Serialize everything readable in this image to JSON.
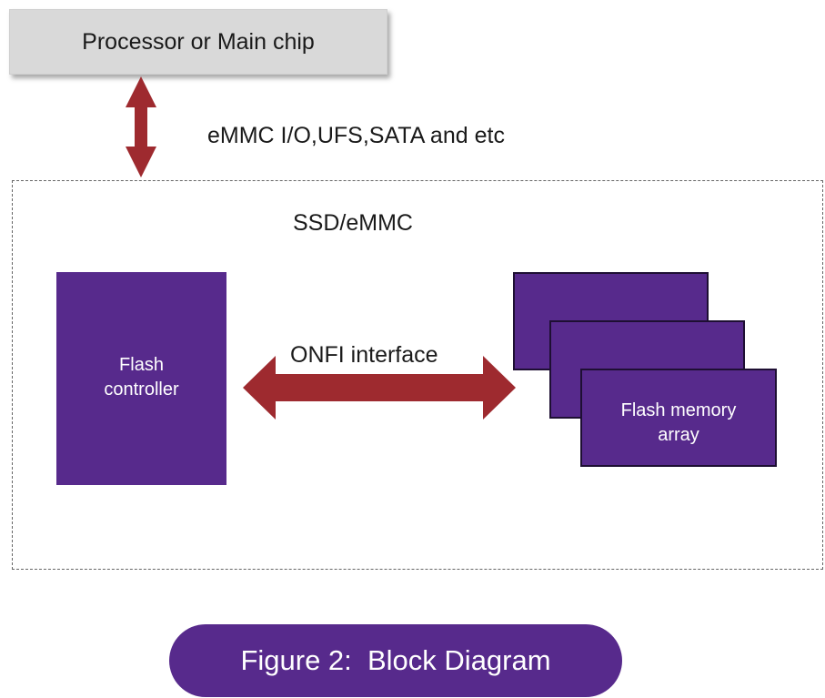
{
  "diagram": {
    "processor_label": "Processor or Main chip",
    "bus_label": "eMMC I/O,UFS,SATA and etc",
    "container_label": "SSD/eMMC",
    "controller_label_line1": "Flash",
    "controller_label_line2": "controller",
    "interface_label": "ONFI interface",
    "memory_label_line1": "Flash memory",
    "memory_label_line2": "array",
    "caption": "Figure 2:  Block Diagram"
  },
  "colors": {
    "block_fill": "#572a8c",
    "arrow_fill": "#9e2a2f",
    "processor_fill": "#d9d9d9"
  }
}
